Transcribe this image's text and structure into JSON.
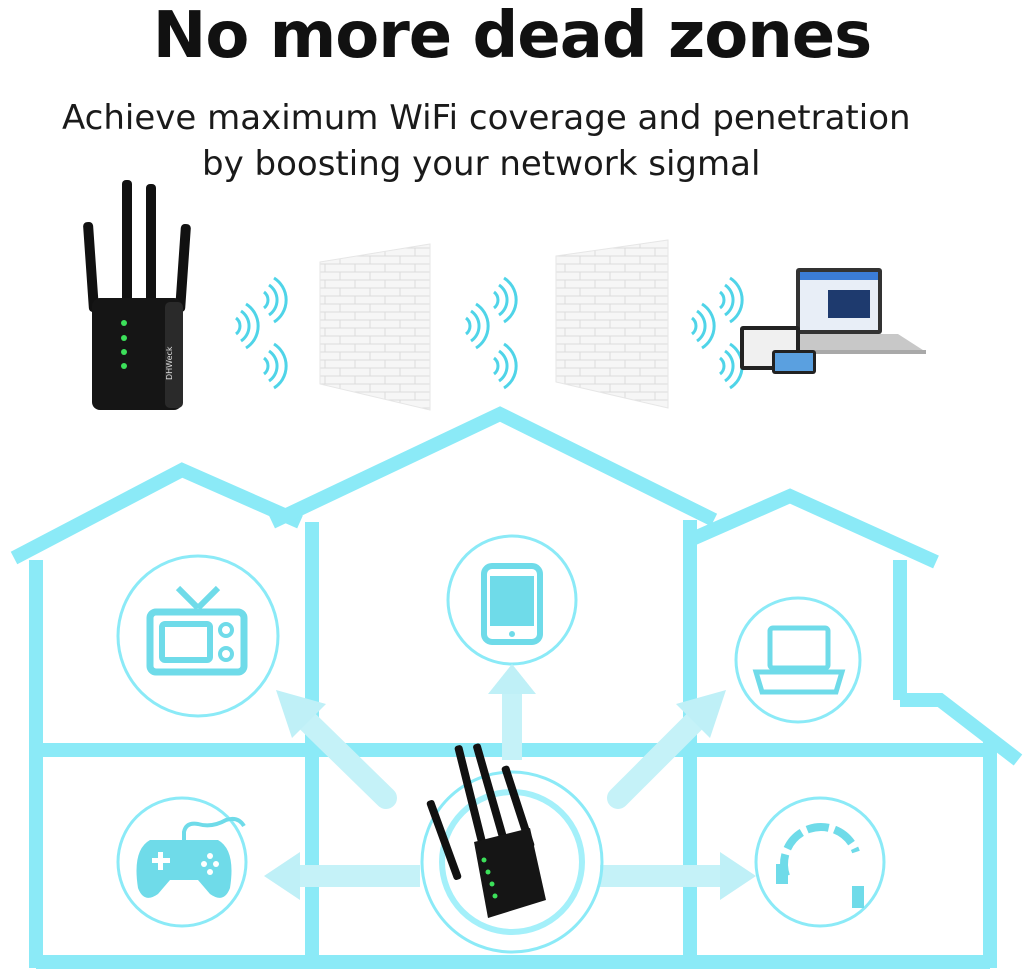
{
  "header": {
    "title": "No more dead zones",
    "subtitle_line1": "Achieve maximum WiFi coverage and penetration",
    "subtitle_line2": "by boosting your network sigmal"
  },
  "device": {
    "brand_label": "DHWeck"
  },
  "colors": {
    "house_outline": "#7fe8f5",
    "icon_accent": "#6fdbe9",
    "device_body": "#111111",
    "led": "#3ce05a",
    "wall": "#f4f4f4",
    "signal": "#4fd4e8"
  },
  "icons": [
    "tv-icon",
    "phone-icon",
    "laptop-icon",
    "gamepad-icon",
    "headphones-icon",
    "wifi-signal-icon",
    "brick-wall"
  ]
}
